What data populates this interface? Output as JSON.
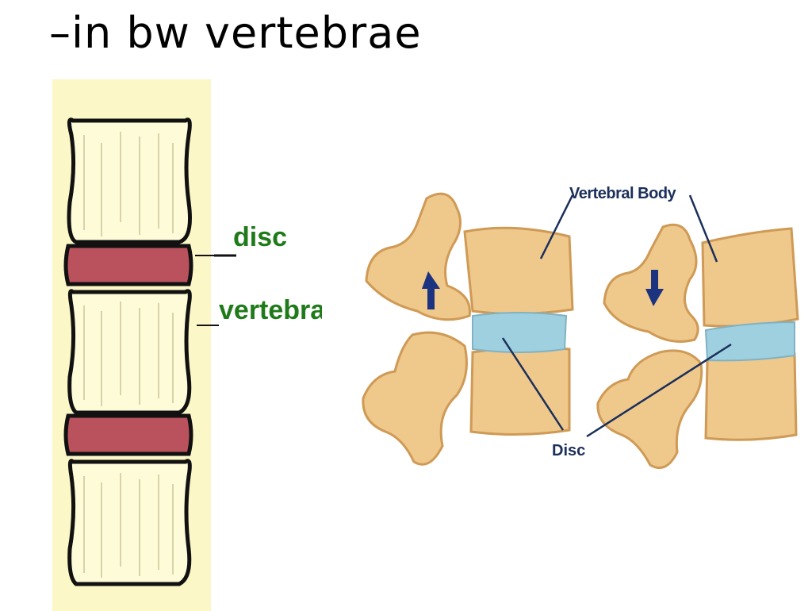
{
  "slide": {
    "title": "–in bw vertebrae"
  },
  "spine_diagram": {
    "label_disc": "disc",
    "label_vertebra": "vertebra",
    "colors": {
      "background": "#fbf7c6",
      "vertebra_fill": "#fdfbd8",
      "disc_fill": "#b9525c",
      "label": "#1f7a1a"
    }
  },
  "facet_diagram": {
    "label_vertebral_body": "Vertebral Body",
    "label_disc": "Disc",
    "colors": {
      "bone": "#efc88c",
      "bone_shadow": "#cf9a55",
      "disc": "#9fd0df",
      "arrow": "#1c3380",
      "label": "#1a2f5a"
    }
  }
}
